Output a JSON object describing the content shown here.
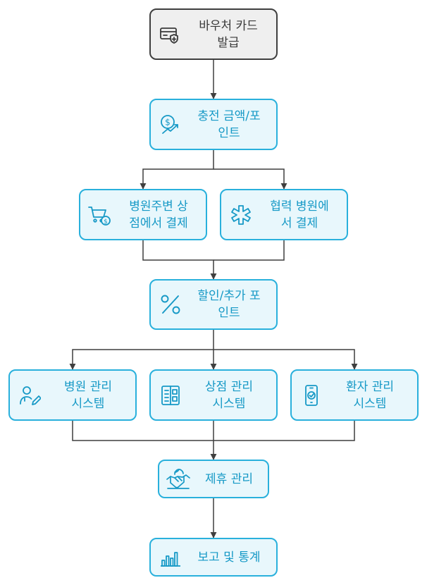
{
  "colors": {
    "accent": "#29b0dc",
    "accent_fill": "#e8f7fc",
    "accent_text": "#1699c6",
    "start_border": "#3f3f3f",
    "start_fill": "#efefef",
    "edge": "#3f3f3f"
  },
  "nodes": {
    "issue_card": {
      "label_1": "바우처 카드",
      "label_2": "발급",
      "icon": "card-shield-icon"
    },
    "charge": {
      "label_1": "충전 금액/포",
      "label_2": "인트",
      "icon": "coin-growth-icon"
    },
    "store_pay": {
      "label_1": "병원주변 상",
      "label_2": "점에서 결제",
      "icon": "cart-dollar-icon"
    },
    "hospital_pay": {
      "label_1": "협력 병원에",
      "label_2": "서 결제",
      "icon": "medical-asterisk-icon"
    },
    "discount": {
      "label_1": "할인/추가 포",
      "label_2": "인트",
      "icon": "percent-icon"
    },
    "hospital_sys": {
      "label_1": "병원 관리",
      "label_2": "시스템",
      "icon": "doctor-icon"
    },
    "store_sys": {
      "label_1": "상점 관리",
      "label_2": "시스템",
      "icon": "store-panel-icon"
    },
    "patient_sys": {
      "label_1": "환자 관리",
      "label_2": "시스템",
      "icon": "phone-check-icon"
    },
    "partnership": {
      "label_1": "제휴 관리",
      "icon": "handshake-icon"
    },
    "report": {
      "label_1": "보고 및 통계",
      "icon": "bar-chart-icon"
    }
  }
}
